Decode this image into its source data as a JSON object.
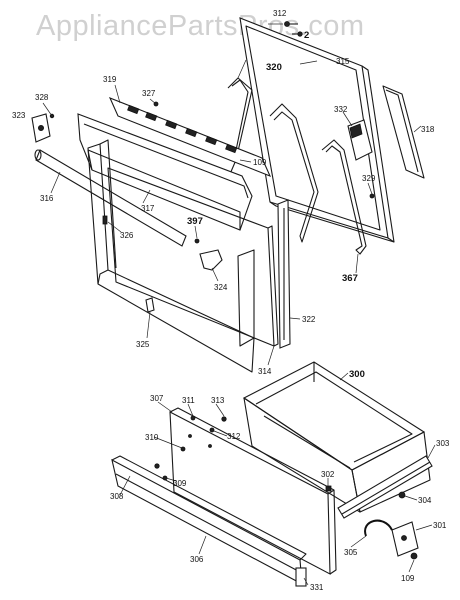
{
  "watermark": "AppliancePartsPros.com",
  "callouts": [
    {
      "id": "c312",
      "text": "312"
    },
    {
      "id": "c2",
      "text": "2"
    },
    {
      "id": "c320",
      "text": "320"
    },
    {
      "id": "c315",
      "text": "315"
    },
    {
      "id": "c319",
      "text": "319"
    },
    {
      "id": "c327",
      "text": "327"
    },
    {
      "id": "c328",
      "text": "328"
    },
    {
      "id": "c323",
      "text": "323"
    },
    {
      "id": "c332",
      "text": "332"
    },
    {
      "id": "c318",
      "text": "318"
    },
    {
      "id": "c109a",
      "text": "109"
    },
    {
      "id": "c329",
      "text": "329"
    },
    {
      "id": "c316",
      "text": "316"
    },
    {
      "id": "c317",
      "text": "317"
    },
    {
      "id": "c326",
      "text": "326"
    },
    {
      "id": "c397",
      "text": "397"
    },
    {
      "id": "c367",
      "text": "367"
    },
    {
      "id": "c324",
      "text": "324"
    },
    {
      "id": "c322",
      "text": "322"
    },
    {
      "id": "c325",
      "text": "325"
    },
    {
      "id": "c314",
      "text": "314"
    },
    {
      "id": "c300",
      "text": "300"
    },
    {
      "id": "c307",
      "text": "307"
    },
    {
      "id": "c311",
      "text": "311"
    },
    {
      "id": "c313",
      "text": "313"
    },
    {
      "id": "c310",
      "text": "310"
    },
    {
      "id": "c312b",
      "text": "312"
    },
    {
      "id": "c303",
      "text": "303"
    },
    {
      "id": "c302",
      "text": "302"
    },
    {
      "id": "c308",
      "text": "308"
    },
    {
      "id": "c309",
      "text": "309"
    },
    {
      "id": "c304",
      "text": "304"
    },
    {
      "id": "c305",
      "text": "305"
    },
    {
      "id": "c301",
      "text": "301"
    },
    {
      "id": "c306",
      "text": "306"
    },
    {
      "id": "c109b",
      "text": "109"
    },
    {
      "id": "c331",
      "text": "331"
    }
  ]
}
